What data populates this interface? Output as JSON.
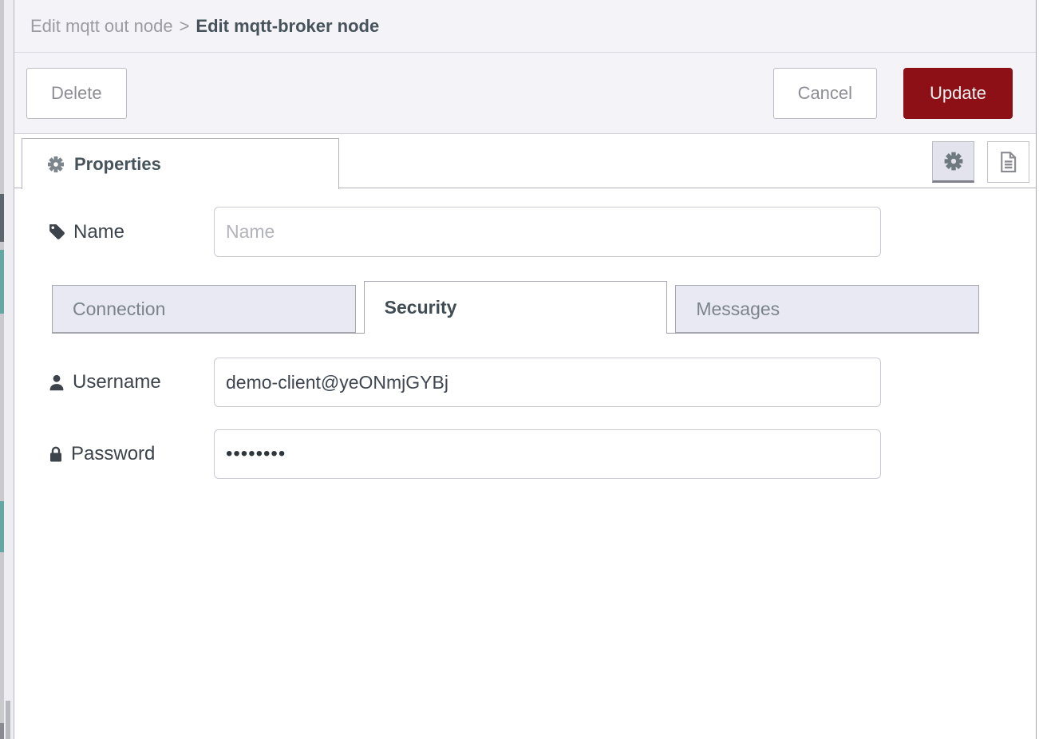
{
  "breadcrumb": {
    "parent": "Edit mqtt out node",
    "separator": ">",
    "current": "Edit mqtt-broker node"
  },
  "toolbar": {
    "delete_label": "Delete",
    "cancel_label": "Cancel",
    "update_label": "Update"
  },
  "tray_tabs": {
    "properties_label": "Properties",
    "header_icon_buttons": [
      "gear-icon",
      "document-icon"
    ]
  },
  "form": {
    "name": {
      "label": "Name",
      "placeholder": "Name",
      "value": "",
      "icon": "tag-icon"
    },
    "tabs": [
      {
        "label": "Connection",
        "active": false
      },
      {
        "label": "Security",
        "active": true
      },
      {
        "label": "Messages",
        "active": false
      }
    ],
    "username": {
      "label": "Username",
      "value": "demo-client@yeONmjGYBj",
      "icon": "user-icon"
    },
    "password": {
      "label": "Password",
      "masked_value": "••••••••",
      "icon": "lock-icon"
    }
  },
  "colors": {
    "accent_red": "#8C1016",
    "heading_text": "#46535B",
    "muted_text": "#9B9BA1",
    "inactive_tab_bg": "#E9E9F4"
  }
}
